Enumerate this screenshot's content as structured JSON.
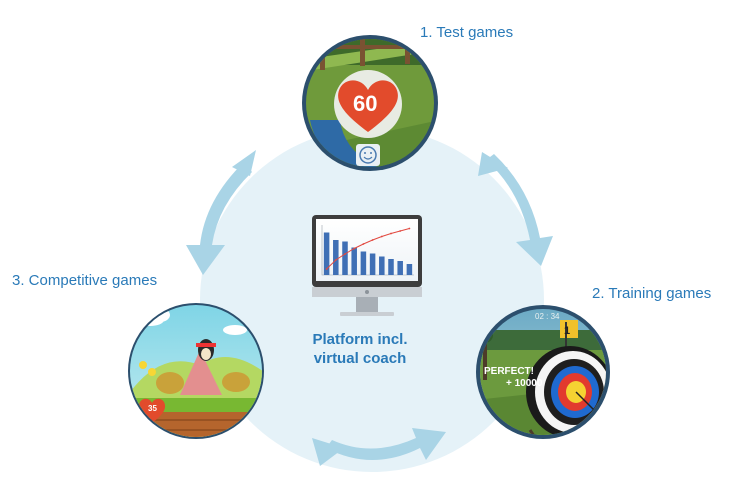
{
  "labels": {
    "test": "1. Test games",
    "training": "2. Training games",
    "competitive": "3. Competitive games"
  },
  "center": {
    "line1": "Platform incl.",
    "line2": "virtual coach"
  },
  "test_game": {
    "heart_value": "60"
  },
  "training_game": {
    "perfect_text": "PERFECT!",
    "bonus_text": "+ 10000",
    "timer": "02 : 34",
    "flag_number": "1"
  },
  "competitive_game": {
    "heart_value": "35"
  },
  "monitor_chart": {
    "bar_values": [
      0.85,
      0.7,
      0.67,
      0.55,
      0.47,
      0.43,
      0.37,
      0.32,
      0.28,
      0.22
    ],
    "line_values": [
      0.12,
      0.3,
      0.42,
      0.53,
      0.62,
      0.7,
      0.77,
      0.83,
      0.88,
      0.93
    ]
  },
  "colors": {
    "accent_text": "#2a7ab8",
    "hub_fill": "#e5f2f8",
    "arrow_fill": "#a9d4e6",
    "bar_fill": "#3f6fb5",
    "line_stroke": "#e2483f"
  }
}
